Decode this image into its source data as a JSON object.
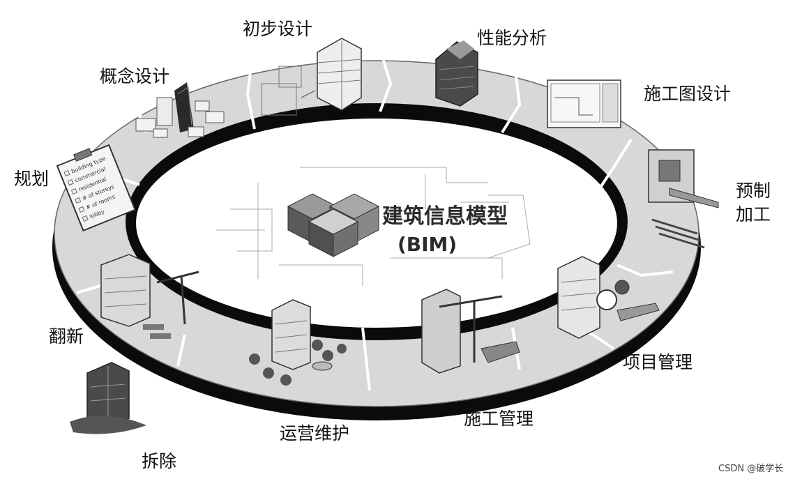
{
  "diagram": {
    "center": {
      "title": "建筑信息模型",
      "abbr": "(BIM)"
    },
    "stages": [
      {
        "id": "guihua",
        "label": "规划"
      },
      {
        "id": "gainian",
        "label": "概念设计"
      },
      {
        "id": "chubu",
        "label": "初步设计"
      },
      {
        "id": "xingneng",
        "label": "性能分析"
      },
      {
        "id": "shigongtu",
        "label": "施工图设计"
      },
      {
        "id": "yuzhi",
        "label": "预制加工",
        "lines": [
          "预制",
          "加工"
        ]
      },
      {
        "id": "xiangmu",
        "label": "项目管理"
      },
      {
        "id": "shigong",
        "label": "施工管理"
      },
      {
        "id": "yunying",
        "label": "运营维护"
      },
      {
        "id": "chaichu",
        "label": "拆除"
      },
      {
        "id": "fanxin",
        "label": "翻新"
      }
    ],
    "clipboard_text": [
      "building type",
      "commercial",
      "residential",
      "# of storeys",
      "# of rooms",
      "lobby"
    ],
    "colors": {
      "ring_top": "#d9d9d9",
      "ring_side": "#0a0a0a",
      "center_bg": "#ffffff",
      "icon_dark": "#3a3a3a"
    }
  },
  "watermark": "CSDN @破学长"
}
